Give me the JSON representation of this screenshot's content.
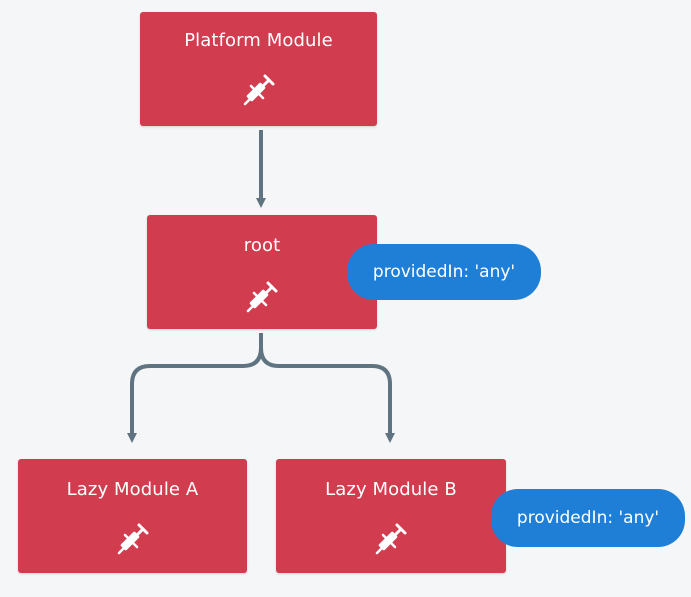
{
  "nodes": {
    "platform": {
      "label": "Platform Module",
      "icon": "syringe-icon"
    },
    "root": {
      "label": "root",
      "icon": "syringe-icon"
    },
    "lazy_a": {
      "label": "Lazy Module A",
      "icon": "syringe-icon"
    },
    "lazy_b": {
      "label": "Lazy Module B",
      "icon": "syringe-icon"
    }
  },
  "badges": {
    "root": "providedIn: 'any'",
    "lazy_b": "providedIn: 'any'"
  },
  "colors": {
    "box": "#d23c4f",
    "badge": "#1f7fd6",
    "connector": "#5f7480",
    "background": "#f4f6f8"
  }
}
